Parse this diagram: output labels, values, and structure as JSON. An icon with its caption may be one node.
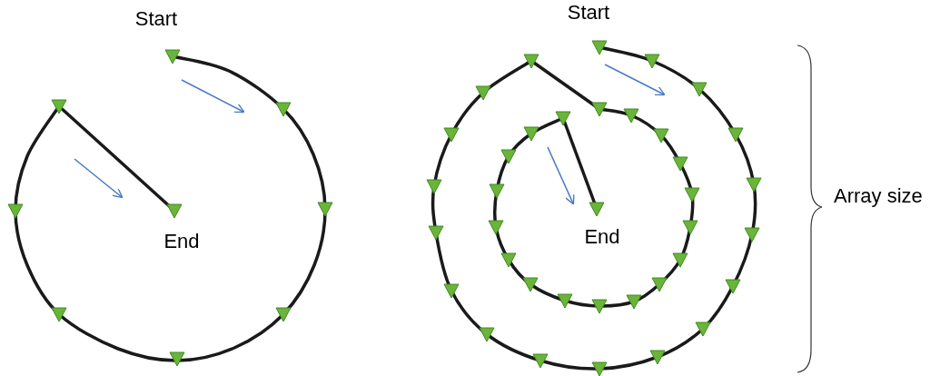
{
  "diagram": {
    "labels": [
      "Start",
      "End",
      "Start",
      "End",
      "Array size"
    ]
  }
}
